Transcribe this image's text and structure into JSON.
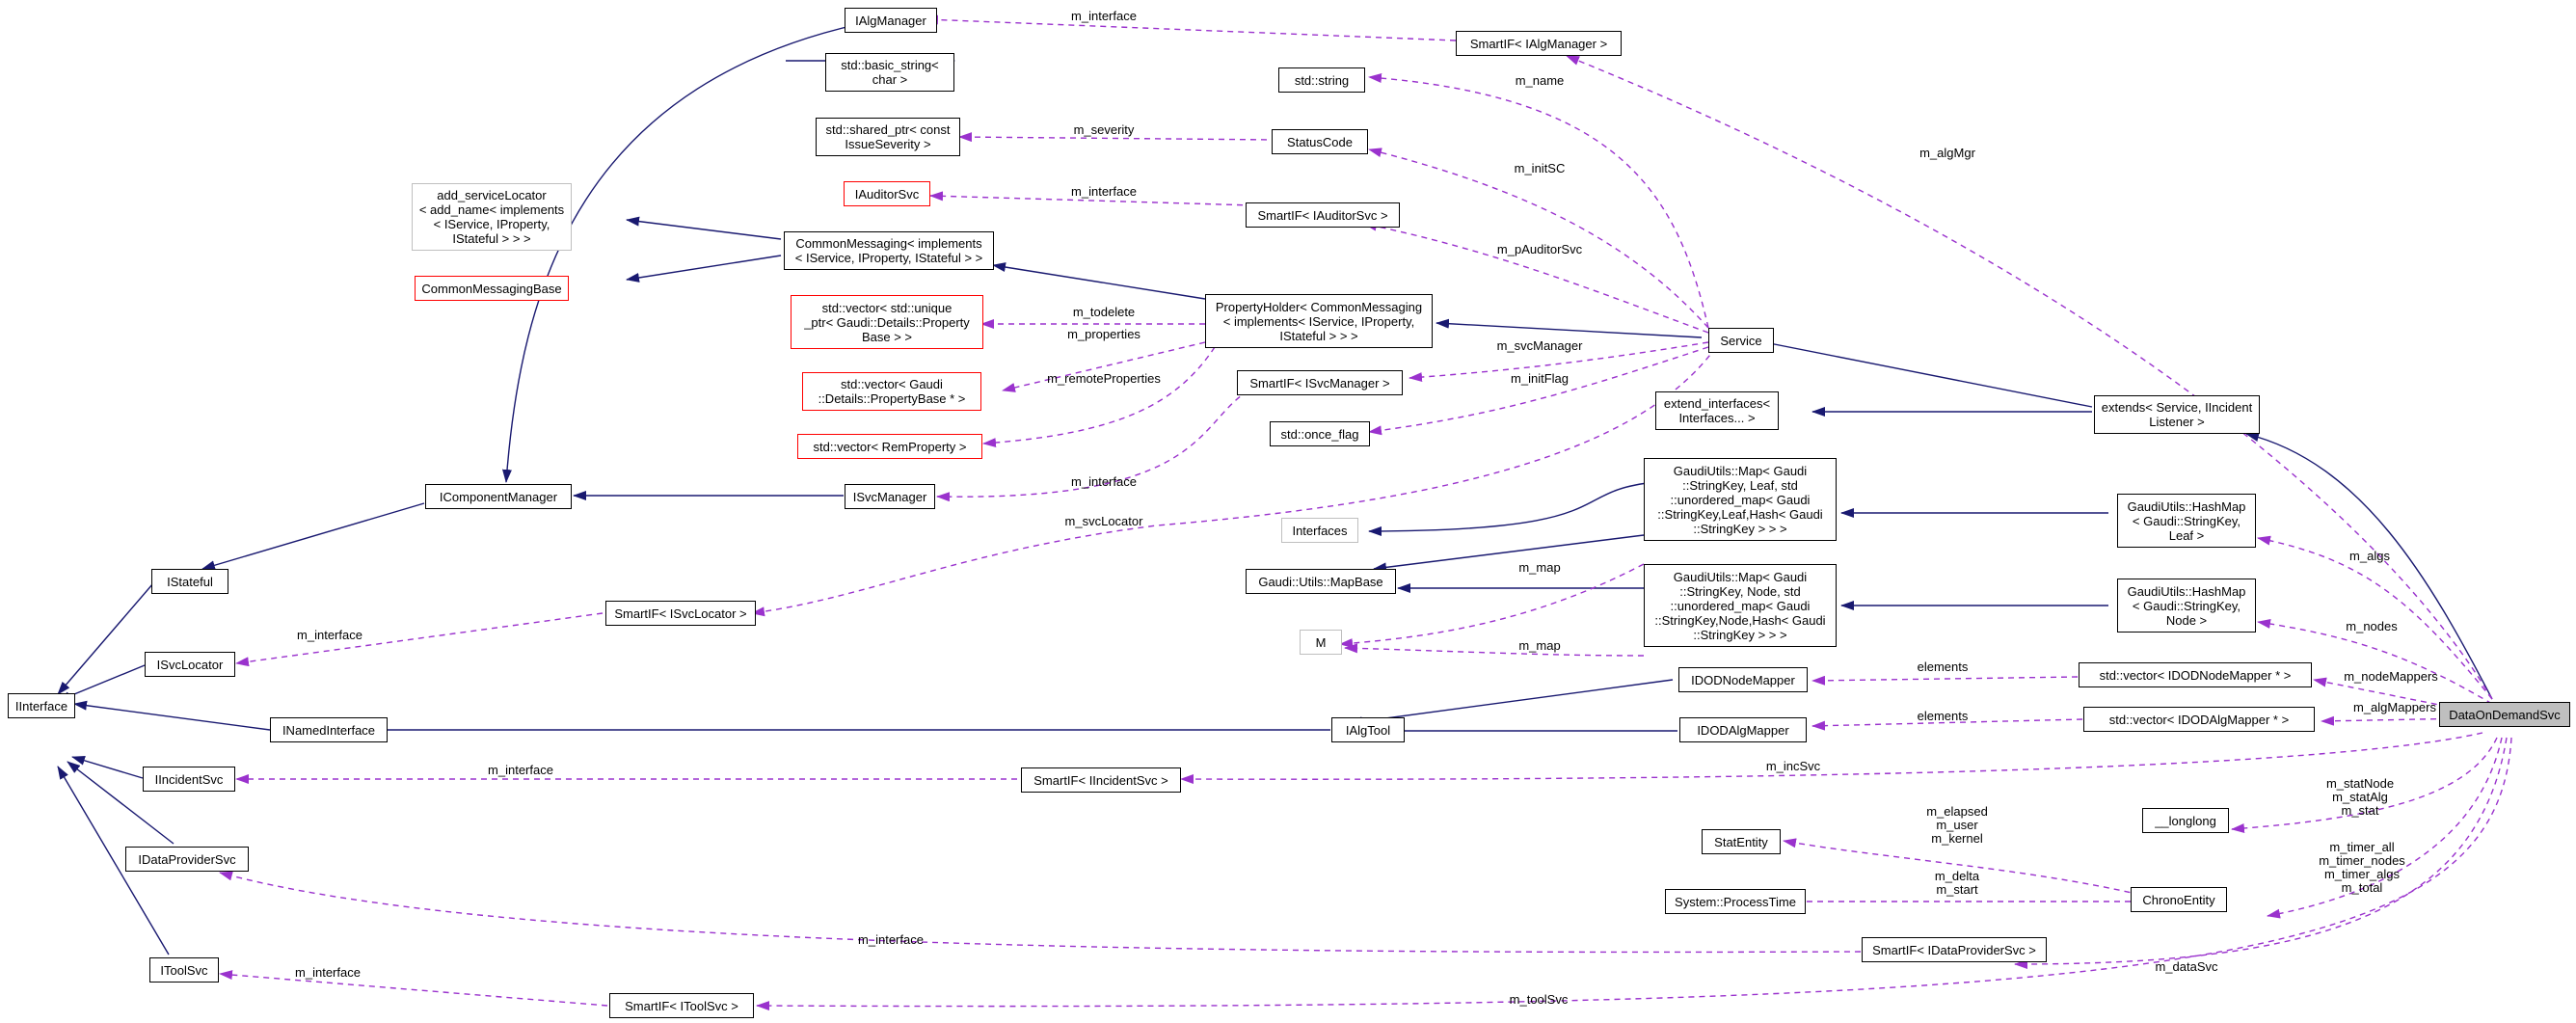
{
  "title": "DataOnDemandSvc",
  "colors": {
    "inheritance_edge": "#191970",
    "usage_edge": "#9a32cd",
    "node_border": "#000000",
    "undocumented_border": "#ff0000",
    "external_border": "#bfbfbf",
    "focus_fill": "#bfbfbf"
  },
  "nodes": {
    "IAlgManager": "IAlgManager",
    "SmartIF_IAlgManager": "SmartIF< IAlgManager >",
    "std_basic_string": "std::basic_string<\nchar >",
    "std_string": "std::string",
    "std_shared_ptr": "std::shared_ptr< const\nIssueSeverity >",
    "StatusCode": "StatusCode",
    "IAuditorSvc": "IAuditorSvc",
    "SmartIF_IAuditorSvc": "SmartIF< IAuditorSvc >",
    "add_serviceLocator": "add_serviceLocator\n< add_name< implements\n< IService, IProperty,\nIStateful > > >",
    "CommonMessaging": "CommonMessaging< implements\n< IService, IProperty, IStateful > >",
    "CommonMessagingBase": "CommonMessagingBase",
    "vector_unique_ptr": "std::vector< std::unique\n_ptr< Gaudi::Details::Property\nBase > >",
    "PropertyHolder": "PropertyHolder< CommonMessaging\n< implements< IService, IProperty,\nIStateful > > >",
    "Service": "Service",
    "extends_Service": "extends< Service, IIncident\nListener >",
    "vector_PropertyBase": "std::vector< Gaudi\n::Details::PropertyBase * >",
    "SmartIF_ISvcManager": "SmartIF< ISvcManager >",
    "std_once_flag": "std::once_flag",
    "extend_interfaces": "extend_interfaces<\nInterfaces... >",
    "vector_RemProperty": "std::vector< RemProperty >",
    "IComponentManager": "IComponentManager",
    "ISvcManager": "ISvcManager",
    "GaudiUtils_Map_Leaf": "GaudiUtils::Map< Gaudi\n::StringKey, Leaf, std\n::unordered_map< Gaudi\n::StringKey,Leaf,Hash< Gaudi\n::StringKey > > >",
    "HashMap_Leaf": "GaudiUtils::HashMap\n< Gaudi::StringKey,\nLeaf >",
    "Interfaces": "Interfaces",
    "IStateful": "IStateful",
    "Gaudi_Utils_MapBase": "Gaudi::Utils::MapBase",
    "GaudiUtils_Map_Node": "GaudiUtils::Map< Gaudi\n::StringKey, Node, std\n::unordered_map< Gaudi\n::StringKey,Node,Hash< Gaudi\n::StringKey > > >",
    "HashMap_Node": "GaudiUtils::HashMap\n< Gaudi::StringKey,\nNode >",
    "SmartIF_ISvcLocator": "SmartIF< ISvcLocator >",
    "M": "M",
    "ISvcLocator": "ISvcLocator",
    "IDODNodeMapper": "IDODNodeMapper",
    "vector_IDODNodeMapper": "std::vector< IDODNodeMapper * >",
    "IInterface": "IInterface",
    "INamedInterface": "INamedInterface",
    "IAlgTool": "IAlgTool",
    "IDODAlgMapper": "IDODAlgMapper",
    "vector_IDODAlgMapper": "std::vector< IDODAlgMapper * >",
    "DataOnDemandSvc": "DataOnDemandSvc",
    "IIncidentSvc": "IIncidentSvc",
    "SmartIF_IIncidentSvc": "SmartIF< IIncidentSvc >",
    "longlong": "__longlong",
    "StatEntity": "StatEntity",
    "System_ProcessTime": "System::ProcessTime",
    "ChronoEntity": "ChronoEntity",
    "IDataProviderSvc": "IDataProviderSvc",
    "SmartIF_IDataProviderSvc": "SmartIF< IDataProviderSvc >",
    "IToolSvc": "IToolSvc",
    "SmartIF_IToolSvc": "SmartIF< IToolSvc >"
  },
  "edge_labels": {
    "m_interface_algmgr": "m_interface",
    "m_algMgr": "m_algMgr",
    "m_name": "m_name",
    "m_severity": "m_severity",
    "m_initSC": "m_initSC",
    "m_interface_auditor": "m_interface",
    "m_pAuditorSvc": "m_pAuditorSvc",
    "m_todelete": "m_todelete",
    "m_properties": "m_properties",
    "m_svcManager": "m_svcManager",
    "m_remoteProperties": "m_remoteProperties",
    "m_initFlag": "m_initFlag",
    "m_interface_svcmgr": "m_interface",
    "m_svcLocator": "m_svcLocator",
    "m_algs": "m_algs",
    "m_map_leaf": "m_map",
    "m_nodes": "m_nodes",
    "m_interface_svcloc": "m_interface",
    "m_map_node": "m_map",
    "elements_node": "elements",
    "m_nodeMappers": "m_nodeMappers",
    "elements_alg": "elements",
    "m_algMappers": "m_algMappers",
    "m_interface_incident": "m_interface",
    "m_incSvc": "m_incSvc",
    "m_stat_group": "m_statNode\nm_statAlg\nm_stat",
    "m_elapsed_group": "m_elapsed\nm_user\nm_kernel",
    "m_timer_group": "m_timer_all\nm_timer_nodes\nm_timer_algs\nm_total",
    "m_delta_group": "m_delta\nm_start",
    "m_interface_dataprov": "m_interface",
    "m_dataSvc": "m_dataSvc",
    "m_interface_toolsvc": "m_interface",
    "m_toolSvc": "m_toolSvc"
  }
}
